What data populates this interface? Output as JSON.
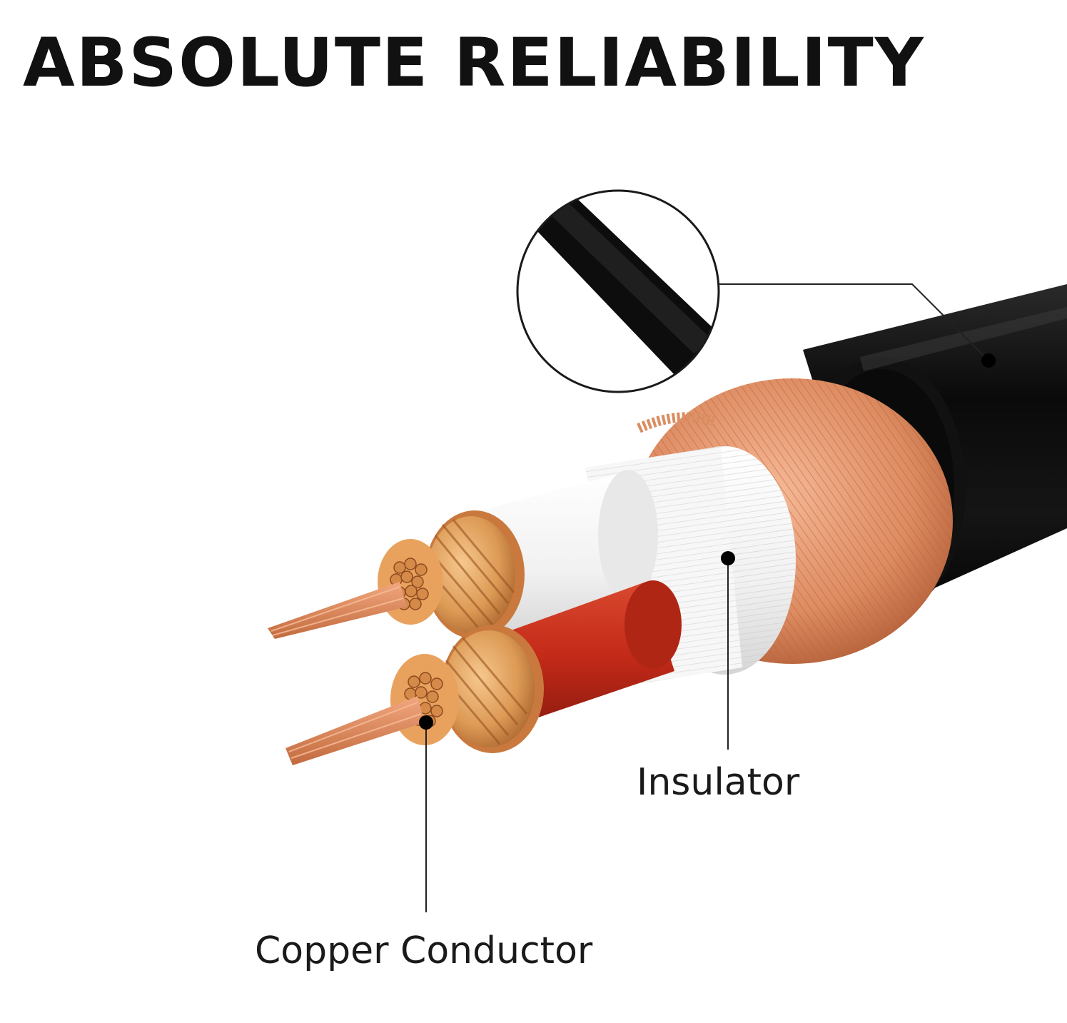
{
  "headline": "ABSOLUTE RELIABILITY",
  "callouts": {
    "insulator": "Insulator",
    "copper_conductor": "Copper Conductor"
  },
  "colors": {
    "jacket": "#0d0d0d",
    "copper": "#e39468",
    "copper_dark": "#b4603a",
    "insulation_white": "#f4f4f4",
    "insulation_red": "#c8321f",
    "text": "#111111"
  }
}
